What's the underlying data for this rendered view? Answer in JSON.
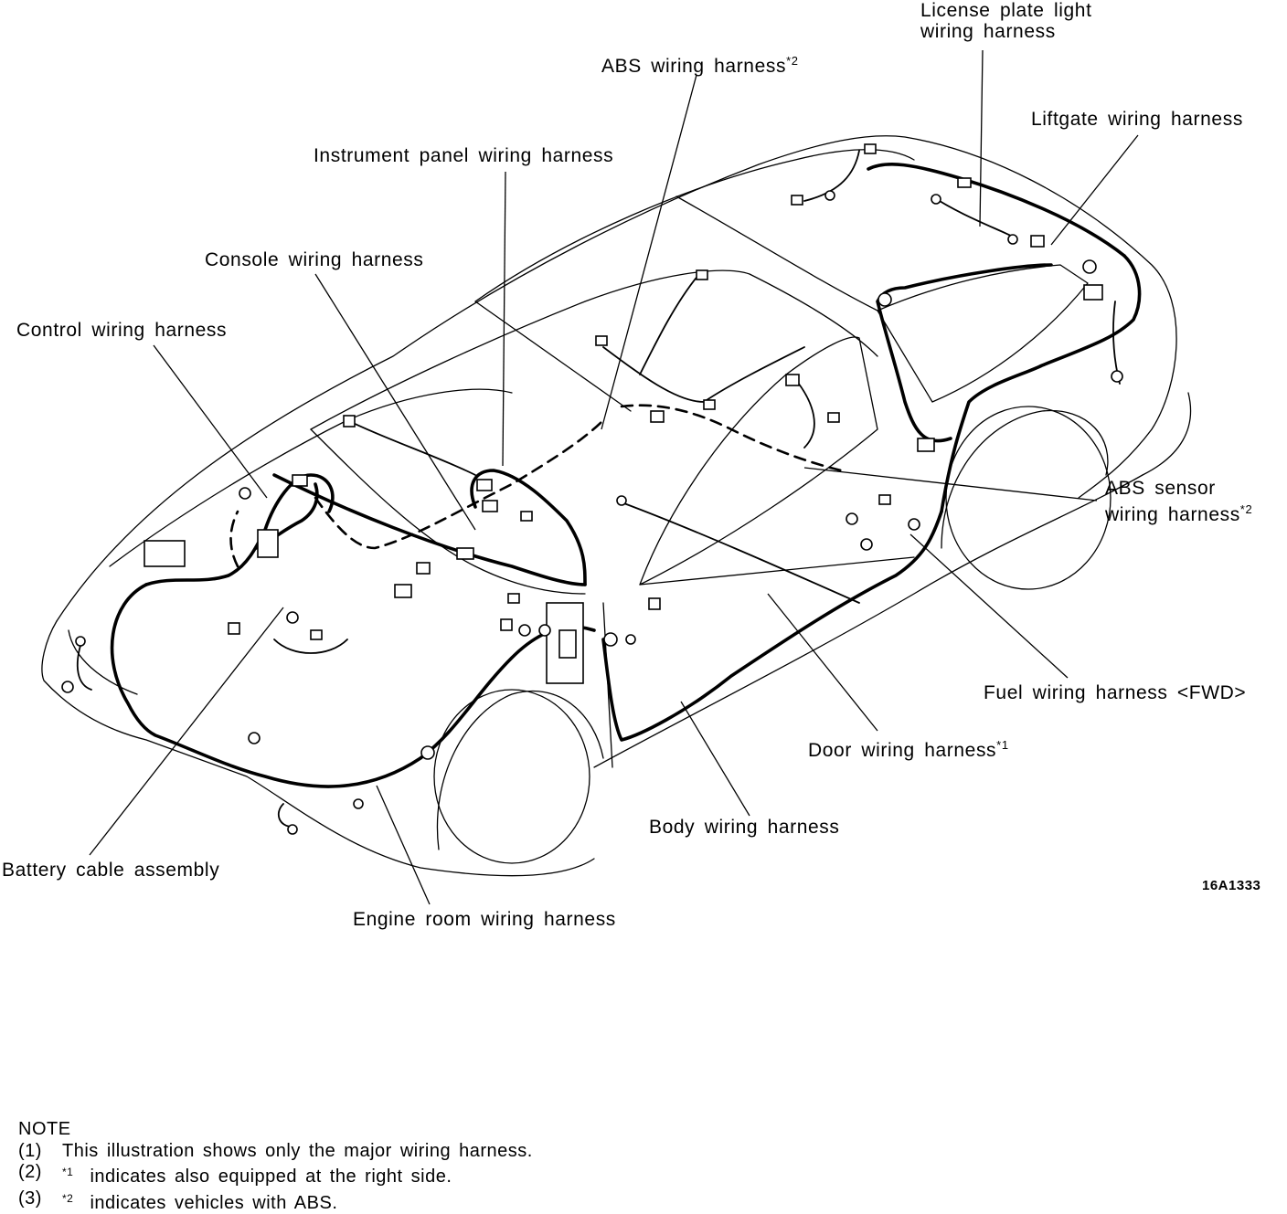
{
  "labels": {
    "license_plate_line1": "License plate light",
    "license_plate_line2": "wiring harness",
    "abs_harness": "ABS wiring harness",
    "abs_harness_mark": "*2",
    "liftgate": "Liftgate wiring harness",
    "instrument_panel": "Instrument panel wiring harness",
    "console": "Console wiring harness",
    "control": "Control wiring harness",
    "abs_sensor_line1": "ABS sensor",
    "abs_sensor_line2": "wiring harness",
    "abs_sensor_mark": "*2",
    "fuel": "Fuel wiring harness <FWD>",
    "door": "Door wiring harness",
    "door_mark": "*1",
    "body": "Body wiring harness",
    "battery": "Battery cable assembly",
    "engine_room": "Engine room wiring harness"
  },
  "figure_code": "16A1333",
  "note": {
    "title": "NOTE",
    "items": [
      {
        "num": "(1)",
        "mark": "",
        "text": "This illustration shows only the major wiring harness."
      },
      {
        "num": "(2)",
        "mark": "*1",
        "text": "indicates also equipped at the right side."
      },
      {
        "num": "(3)",
        "mark": "*2",
        "text": "indicates vehicles with ABS."
      }
    ]
  }
}
